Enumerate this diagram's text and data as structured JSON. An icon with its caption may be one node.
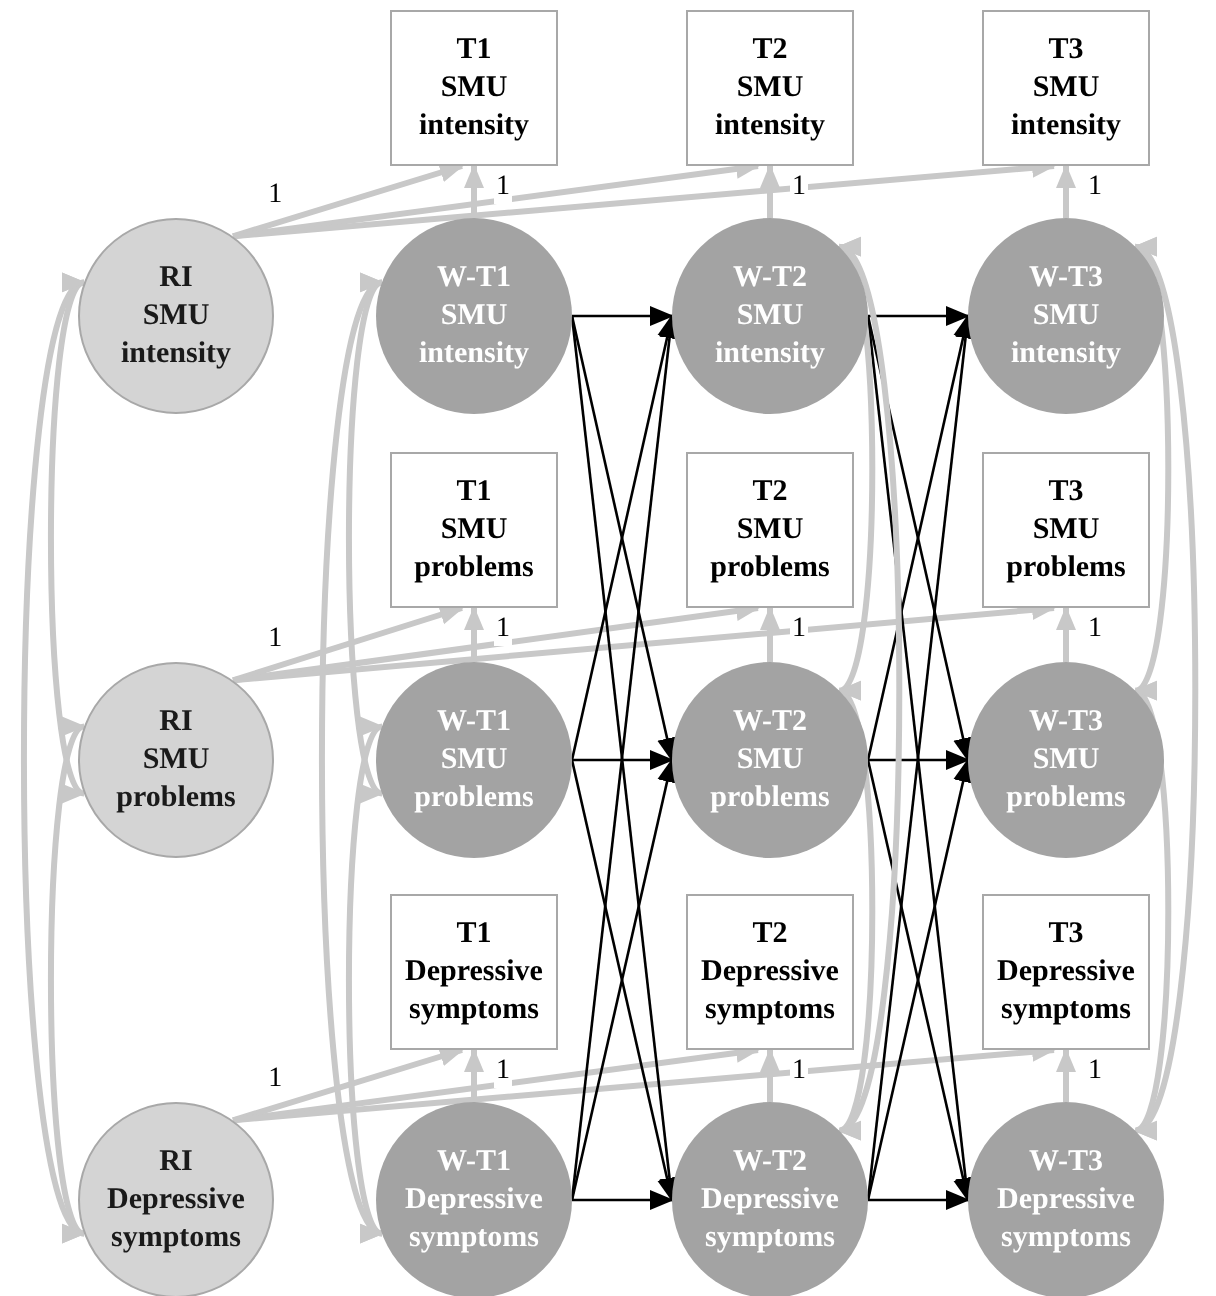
{
  "diagram": {
    "nodes": [
      {
        "text": [
          "T1 SMU intensity"
        ]
      },
      {
        "text": [
          "T2 SMU intensity"
        ]
      },
      {
        "text": [
          "T3 SMU intensity"
        ]
      },
      {
        "text": [
          "RI SMU intensity"
        ]
      },
      {
        "text": [
          "W-T1 SMU intensity"
        ]
      },
      {
        "text": [
          "W-T2 SMU intensity"
        ]
      },
      {
        "text": [
          "W-T3 SMU intensity"
        ]
      },
      {
        "text": [
          "T1 SMU problems"
        ]
      },
      {
        "text": [
          "T2 SMU problems"
        ]
      },
      {
        "text": [
          "T3 SMU problems"
        ]
      },
      {
        "text": [
          "RI SMU problems"
        ]
      },
      {
        "text": [
          "W-T1 SMU problems"
        ]
      },
      {
        "text": [
          "W-T2 SMU problems"
        ]
      },
      {
        "text": [
          "W-T3 SMU problems"
        ]
      },
      {
        "text": [
          "T1 Depressive symptoms"
        ]
      },
      {
        "text": [
          "T2 Depressive symptoms"
        ]
      },
      {
        "text": [
          "T3 Depressive symptoms"
        ]
      },
      {
        "text": [
          "RI Depressive symptoms"
        ]
      },
      {
        "text": [
          "W-T1 Depressive symptoms"
        ]
      },
      {
        "text": [
          "W-T2 Depressive symptoms"
        ]
      },
      {
        "text": [
          "W-T3 Depressive symptoms"
        ]
      }
    ],
    "edges": [
      {
        "from": 3,
        "to": 0,
        "arrow": "to",
        "label": "1"
      },
      {
        "from": 3,
        "to": 1,
        "arrow": "to"
      },
      {
        "from": 3,
        "to": 2,
        "arrow": "to"
      },
      {
        "from": 10,
        "to": 7,
        "arrow": "to",
        "label": "1"
      },
      {
        "from": 10,
        "to": 8,
        "arrow": "to"
      },
      {
        "from": 10,
        "to": 9,
        "arrow": "to"
      },
      {
        "from": 17,
        "to": 14,
        "arrow": "to",
        "label": "1"
      },
      {
        "from": 17,
        "to": 15,
        "arrow": "to"
      },
      {
        "from": 17,
        "to": 16,
        "arrow": "to"
      },
      {
        "from": 4,
        "to": 0,
        "arrow": "to",
        "label": "1"
      },
      {
        "from": 5,
        "to": 1,
        "arrow": "to",
        "label": "1"
      },
      {
        "from": 6,
        "to": 2,
        "arrow": "to",
        "label": "1"
      },
      {
        "from": 11,
        "to": 7,
        "arrow": "to",
        "label": "1"
      },
      {
        "from": 12,
        "to": 8,
        "arrow": "to",
        "label": "1"
      },
      {
        "from": 13,
        "to": 9,
        "arrow": "to",
        "label": "1"
      },
      {
        "from": 18,
        "to": 14,
        "arrow": "to",
        "label": "1"
      },
      {
        "from": 19,
        "to": 15,
        "arrow": "to",
        "label": "1"
      },
      {
        "from": 20,
        "to": 16,
        "arrow": "to",
        "label": "1"
      },
      {
        "from": 4,
        "to": 5,
        "arrow": "to",
        "color": "#000000"
      },
      {
        "from": 4,
        "to": 12,
        "arrow": "to",
        "color": "#000000"
      },
      {
        "from": 4,
        "to": 19,
        "arrow": "to",
        "color": "#000000"
      },
      {
        "from": 11,
        "to": 5,
        "arrow": "to",
        "color": "#000000"
      },
      {
        "from": 11,
        "to": 12,
        "arrow": "to",
        "color": "#000000"
      },
      {
        "from": 11,
        "to": 19,
        "arrow": "to",
        "color": "#000000"
      },
      {
        "from": 18,
        "to": 5,
        "arrow": "to",
        "color": "#000000"
      },
      {
        "from": 18,
        "to": 12,
        "arrow": "to",
        "color": "#000000"
      },
      {
        "from": 18,
        "to": 19,
        "arrow": "to",
        "color": "#000000"
      },
      {
        "from": 5,
        "to": 6,
        "arrow": "to",
        "color": "#000000"
      },
      {
        "from": 5,
        "to": 13,
        "arrow": "to",
        "color": "#000000"
      },
      {
        "from": 5,
        "to": 20,
        "arrow": "to",
        "color": "#000000"
      },
      {
        "from": 12,
        "to": 6,
        "arrow": "to",
        "color": "#000000"
      },
      {
        "from": 12,
        "to": 13,
        "arrow": "to",
        "color": "#000000"
      },
      {
        "from": 12,
        "to": 20,
        "arrow": "to",
        "color": "#000000"
      },
      {
        "from": 19,
        "to": 6,
        "arrow": "to",
        "color": "#000000"
      },
      {
        "from": 19,
        "to": 13,
        "arrow": "to",
        "color": "#000000"
      },
      {
        "from": 19,
        "to": 20,
        "arrow": "to",
        "color": "#000000"
      },
      {
        "from": 3,
        "to": 10,
        "arrow": "both"
      },
      {
        "from": 10,
        "to": 17,
        "arrow": "both"
      },
      {
        "from": 3,
        "to": 17,
        "arrow": "both"
      },
      {
        "from": 4,
        "to": 11,
        "arrow": "both"
      },
      {
        "from": 11,
        "to": 18,
        "arrow": "both"
      },
      {
        "from": 4,
        "to": 18,
        "arrow": "both"
      },
      {
        "from": 5,
        "to": 12,
        "arrow": "both"
      },
      {
        "from": 12,
        "to": 19,
        "arrow": "both"
      },
      {
        "from": 5,
        "to": 19,
        "arrow": "both"
      },
      {
        "from": 6,
        "to": 13,
        "arrow": "both"
      },
      {
        "from": 13,
        "to": 20,
        "arrow": "both"
      },
      {
        "from": 6,
        "to": 20,
        "arrow": "both"
      }
    ]
  }
}
